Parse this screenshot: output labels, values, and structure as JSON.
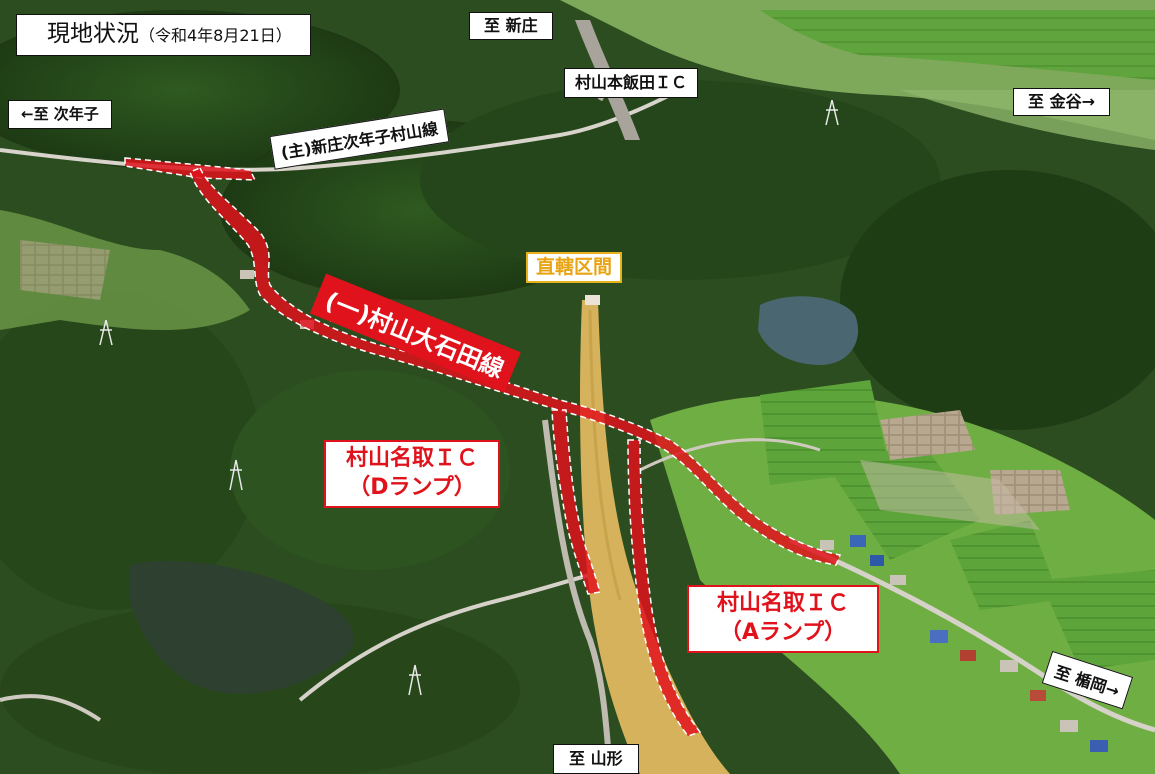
{
  "title": {
    "main": "現地状況",
    "date": "（令和4年8月21日）"
  },
  "directions": {
    "shinjo": "至 新庄",
    "tsugitoshi": "←至 次年子",
    "kanaya": "至 金谷→",
    "tateoka": "至 楯岡→",
    "yamagata": "至 山形"
  },
  "facilities": {
    "murayama_motoiida_ic": "村山本飯田ＩＣ",
    "direct_section": "直轄区間"
  },
  "roads": {
    "prefectural_main": "(主)新庄次年子村山線",
    "prefectural_general": "(一)村山大石田線"
  },
  "ramps": {
    "d_line1": "村山名取ＩＣ",
    "d_line2": "（Dランプ）",
    "a_line1": "村山名取ＩＣ",
    "a_line2": "（Aランプ）"
  },
  "colors": {
    "accent_red": "#e0121b",
    "direct_section_yellow": "#e8a412"
  }
}
